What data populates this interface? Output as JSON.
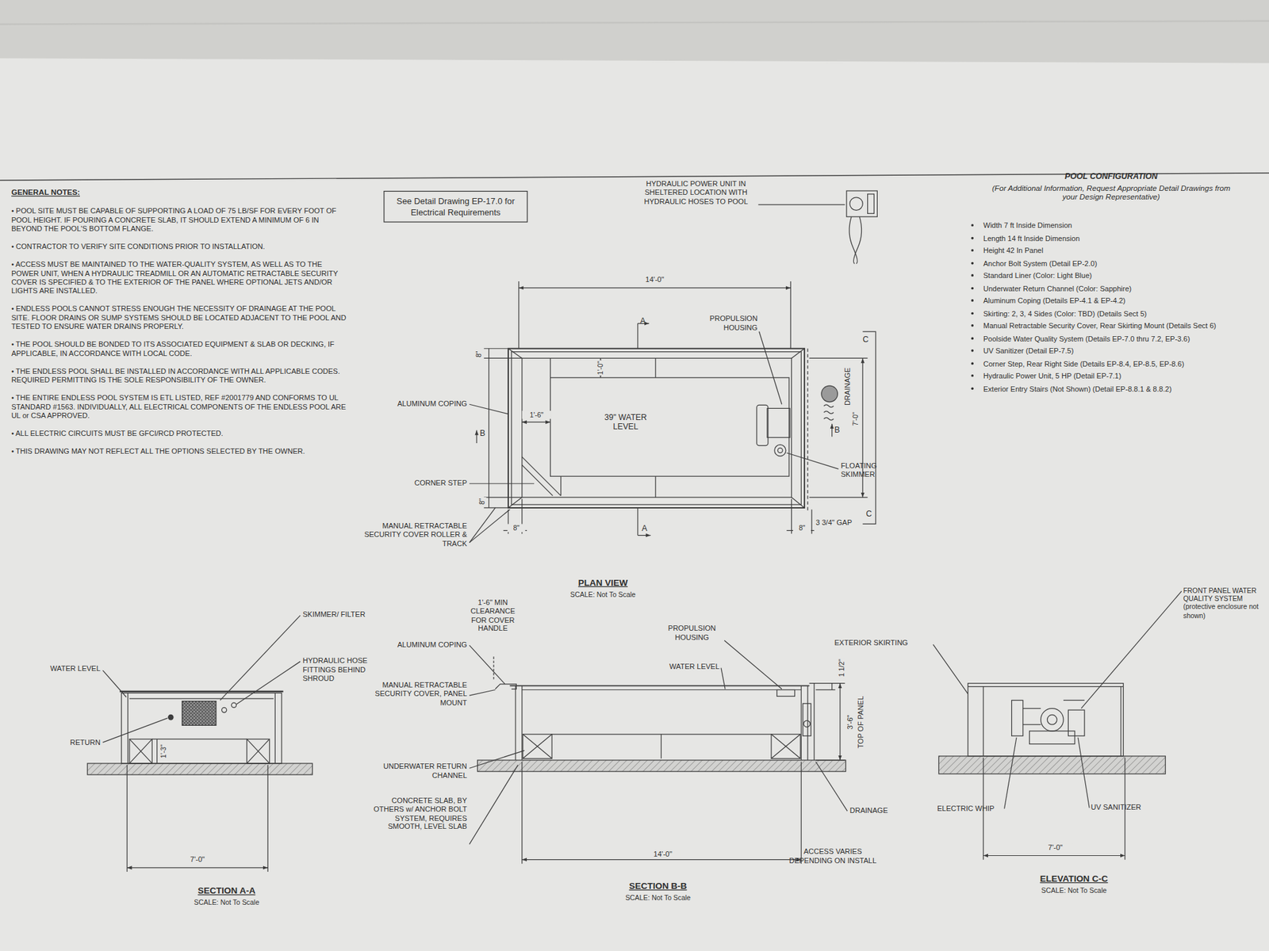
{
  "diagram": {
    "nodes": [
      {
        "text": [
          "See Detail Drawing EP-17.0 for Electrical Requirements"
        ]
      }
    ],
    "labels": [
      "GENERAL NOTES:",
      "• POOL SITE MUST BE CAPABLE OF SUPPORTING A LOAD OF 75 LB/SF FOR EVERY FOOT OF POOL HEIGHT. IF POURING A CONCRETE SLAB, IT SHOULD EXTEND A MINIMUM OF 6 IN BEYOND THE POOL'S BOTTOM FLANGE.",
      "• CONTRACTOR TO VERIFY SITE CONDITIONS PRIOR TO INSTALLATION.",
      "• ACCESS MUST BE MAINTAINED TO THE WATER-QUALITY SYSTEM, AS WELL AS TO THE POWER UNIT, WHEN A HYDRAULIC TREADMILL OR AN AUTOMATIC RETRACTABLE SECURITY COVER IS SPECIFIED & TO THE EXTERIOR OF THE PANEL WHERE OPTIONAL JETS AND/OR LIGHTS ARE INSTALLED.",
      "• ENDLESS POOLS CANNOT STRESS ENOUGH THE NECESSITY OF DRAINAGE AT THE POOL SITE. FLOOR DRAINS OR SUMP SYSTEMS SHOULD BE LOCATED ADJACENT TO THE POOL AND TESTED TO ENSURE WATER DRAINS PROPERLY.",
      "• THE POOL SHOULD BE BONDED TO ITS ASSOCIATED EQUIPMENT & SLAB OR DECKING, IF APPLICABLE, IN ACCORDANCE WITH LOCAL CODE.",
      "• THE ENDLESS POOL SHALL BE INSTALLED IN ACCORDANCE WITH ALL APPLICABLE CODES. REQUIRED PERMITTING IS THE SOLE RESPONSIBILITY OF THE OWNER.",
      "• THE ENTIRE ENDLESS POOL SYSTEM IS ETL LISTED, REF #2001779 AND CONFORMS TO UL STANDARD #1563. INDIVIDUALLY, ALL ELECTRICAL COMPONENTS OF THE ENDLESS POOL ARE UL or CSA APPROVED.",
      "• ALL ELECTRIC CIRCUITS MUST BE GFCI/RCD PROTECTED.",
      "• THIS DRAWING MAY NOT REFLECT ALL THE OPTIONS SELECTED BY THE OWNER.",
      "POOL CONFIGURATION",
      "(For Additional Information, Request Appropriate Detail Drawings from your Design Representative)",
      "Width 7 ft Inside Dimension",
      "Length 14 ft Inside Dimension",
      "Height 42 In Panel",
      "Anchor Bolt System (Detail EP-2.0)",
      "Standard Liner (Color: Light Blue)",
      "Underwater Return Channel (Color: Sapphire)",
      "Aluminum Coping (Details EP-4.1 & EP-4.2)",
      "Skirting: 2, 3, 4 Sides (Color: TBD) (Details Sect 5)",
      "Manual Retractable Security Cover, Rear Skirting Mount (Details Sect 6)",
      "Poolside Water Quality System (Details EP-7.0 thru 7.2, EP-3.6)",
      "UV Sanitizer (Detail EP-7.5)",
      "Corner Step, Rear Right Side (Details EP-8.4, EP-8.5, EP-8.6)",
      "Hydraulic Power Unit, 5 HP (Detail EP-7.1)",
      "Exterior Entry Stairs (Not Shown) (Detail EP-8.8.1 & 8.8.2)",
      "HYDRAULIC POWER UNIT IN SHELTERED LOCATION WITH HYDRAULIC HOSES TO POOL",
      "14'-0\"",
      "A",
      "PROPULSION HOUSING",
      "C",
      "8\"",
      "1'-0\"",
      "39\" WATER LEVEL",
      "1'-6\"",
      "DRAINAGE",
      "7'-0\"",
      "ALUMINUM COPING",
      "B",
      "B",
      "FLOATING SKIMMER",
      "CORNER STEP",
      "8\"",
      "MANUAL RETRACTABLE SECURITY COVER ROLLER & TRACK",
      "A",
      "8\"",
      "8\"",
      "3 3/4\" GAP",
      "C",
      "PLAN VIEW",
      "SCALE: Not To Scale",
      "SKIMMER/ FILTER",
      "WATER LEVEL",
      "HYDRAULIC HOSE FITTINGS BEHIND SHROUD",
      "RETURN",
      "1'-3\"",
      "7'-0\"",
      "SECTION A-A",
      "SCALE: Not To Scale",
      "1'-6\" MIN CLEARANCE FOR COVER HANDLE",
      "ALUMINUM COPING",
      "MANUAL RETRACTABLE SECURITY COVER, PANEL MOUNT",
      "PROPULSION HOUSING",
      "WATER LEVEL",
      "EXTERIOR SKIRTING",
      "1 1/2\"",
      "3'-6\"",
      "TOP OF PANEL",
      "UNDERWATER RETURN CHANNEL",
      "CONCRETE SLAB, BY OTHERS w/ ANCHOR BOLT SYSTEM, REQUIRES SMOOTH, LEVEL SLAB",
      "DRAINAGE",
      "14'-0\"",
      "ACCESS VARIES DEPENDING ON INSTALL",
      "SECTION B-B",
      "SCALE: Not To Scale",
      "FRONT PANEL WATER QUALITY SYSTEM (protective enclosure not shown)",
      "ELECTRIC WHIP",
      "UV SANITIZER",
      "7'-0\"",
      "ELEVATION C-C",
      "SCALE: Not To Scale"
    ]
  }
}
